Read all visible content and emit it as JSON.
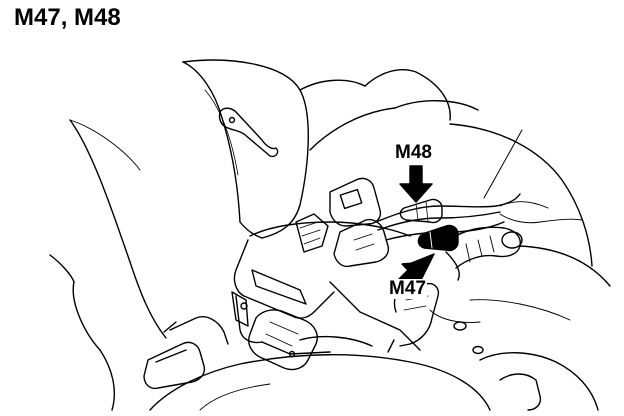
{
  "title": "M47, M48",
  "callouts": {
    "m48": "M48",
    "m47": "M47"
  },
  "colors": {
    "ink": "#000000",
    "paper": "#ffffff"
  }
}
